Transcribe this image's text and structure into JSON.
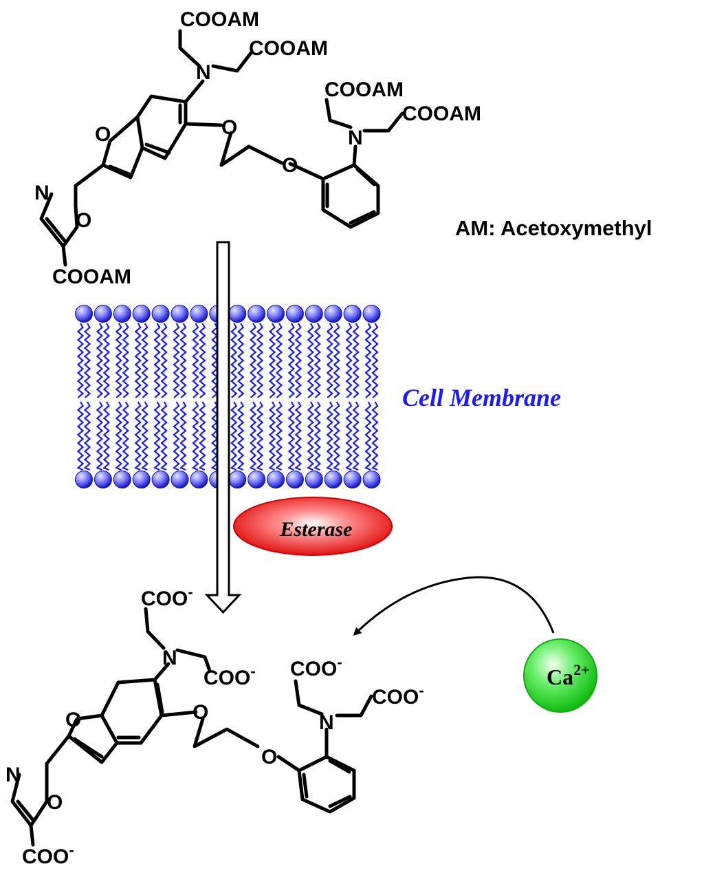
{
  "top_molecule": {
    "groups": {
      "ester_1": "COOAM",
      "ester_2": "COOAM",
      "ester_3": "COOAM",
      "ester_4": "COOAM",
      "ester_5": "COOAM"
    },
    "atoms": {
      "n_amine_1": "N",
      "n_amine_2": "N",
      "o_furan": "O",
      "o_ether_1": "O",
      "o_ether_2": "O",
      "n_oxazole": "N",
      "o_oxazole": "O"
    }
  },
  "legend": {
    "am_definition": "AM: Acetoxymethyl"
  },
  "membrane": {
    "label": "Cell Membrane",
    "color": "#1a1aff"
  },
  "enzyme": {
    "label": "Esterase",
    "color": "#e00000"
  },
  "bottom_molecule": {
    "groups": {
      "carboxylate_1": "COO",
      "carboxylate_2": "COO",
      "carboxylate_3": "COO",
      "carboxylate_4": "COO",
      "carboxylate_5": "COO",
      "charge": "-"
    },
    "atoms": {
      "n_amine_1": "N",
      "n_amine_2": "N",
      "o_furan": "O",
      "o_ether_1": "O",
      "o_ether_2": "O",
      "n_oxazole": "N",
      "o_oxazole": "O"
    }
  },
  "ion": {
    "symbol": "Ca",
    "charge": "2+",
    "color": "#22dd22"
  }
}
